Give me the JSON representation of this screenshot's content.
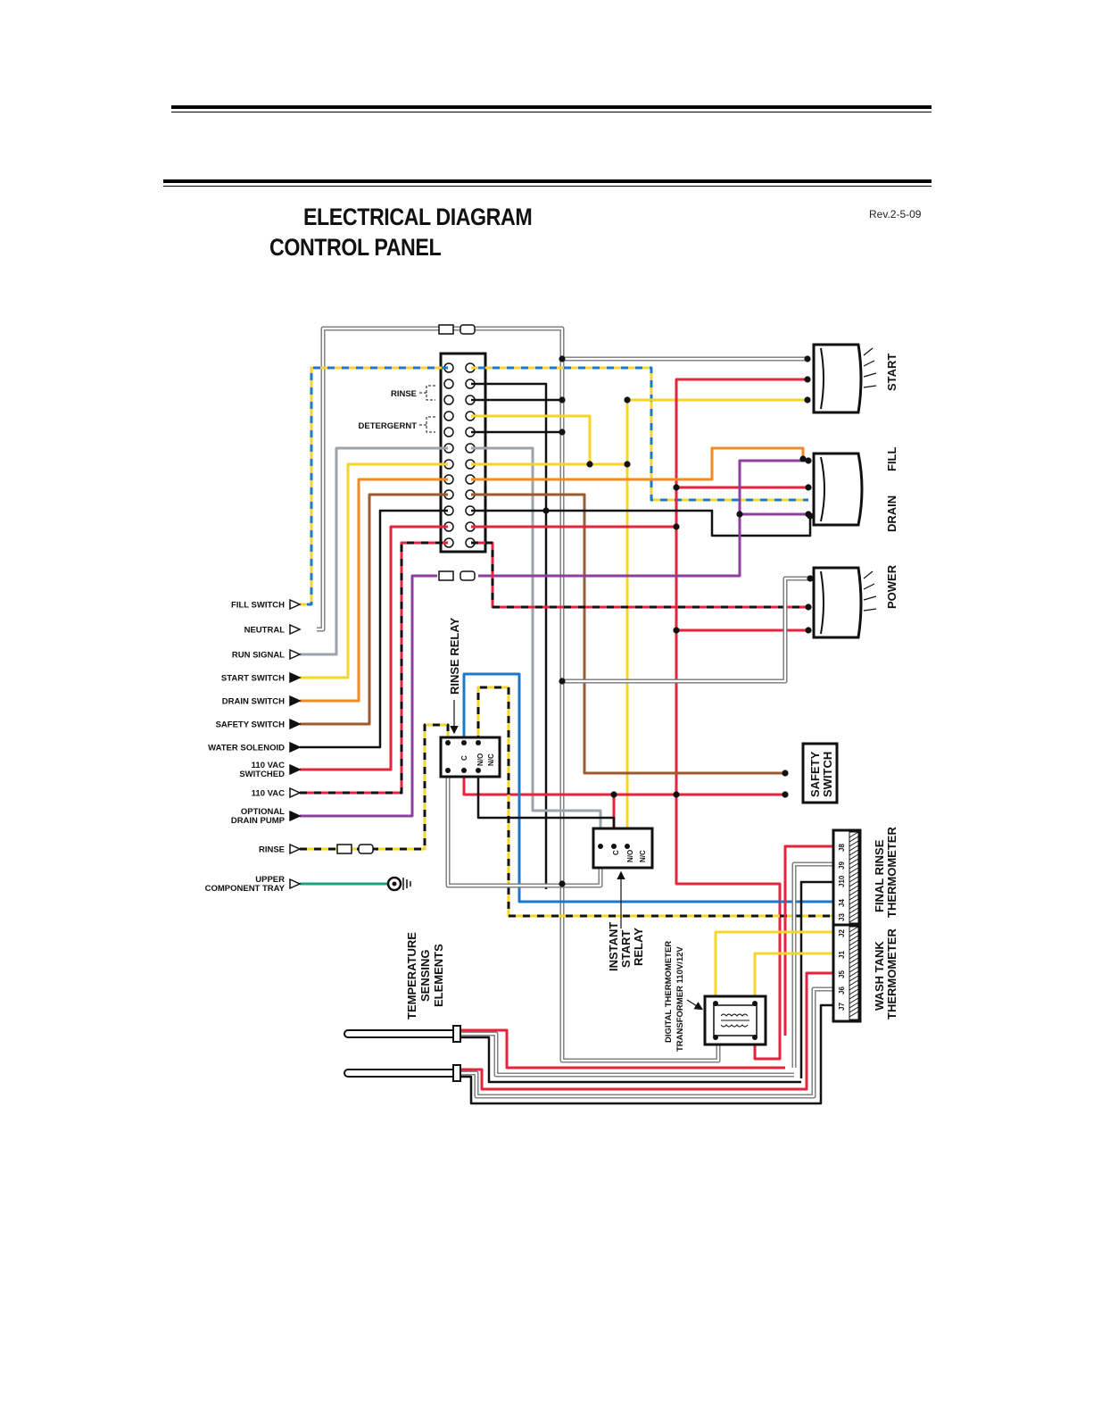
{
  "header": {
    "title_line1": "ELECTRICAL DIAGRAM",
    "title_line2": "CONTROL PANEL",
    "revision": "Rev.2-5-09"
  },
  "terminal_block": {
    "left_labels": [
      "RINSE",
      "DETERGERNT"
    ]
  },
  "switches": {
    "start": "START",
    "fill": "FILL",
    "drain": "DRAIN",
    "power": "POWER",
    "safety_line1": "SAFETY",
    "safety_line2": "SWITCH"
  },
  "connections": [
    {
      "label": "FILL SWITCH"
    },
    {
      "label": "NEUTRAL"
    },
    {
      "label": "RUN SIGNAL"
    },
    {
      "label": "START SWITCH"
    },
    {
      "label": "DRAIN SWITCH"
    },
    {
      "label": "SAFETY SWITCH"
    },
    {
      "label": "WATER SOLENOID"
    },
    {
      "label": "110 VAC",
      "label2": "SWITCHED"
    },
    {
      "label": "110 VAC"
    },
    {
      "label": "OPTIONAL",
      "label2": "DRAIN PUMP"
    },
    {
      "label": "RINSE"
    },
    {
      "label": "UPPER",
      "label2": "COMPONENT TRAY"
    }
  ],
  "relays": {
    "rinse_relay": "RINSE RELAY",
    "instant_start_line1": "INSTANT",
    "instant_start_line2": "START",
    "instant_start_line3": "RELAY",
    "pin_c": "C",
    "pin_no": "N/O",
    "pin_nc": "N/C"
  },
  "thermometers": {
    "final_rinse_line1": "FINAL RINSE",
    "final_rinse_line2": "THERMOMETER",
    "wash_tank_line1": "WASH TANK",
    "wash_tank_line2": "THERMOMETER",
    "final_rinse_pins": [
      "J8",
      "J9",
      "J10",
      "J4",
      "J3"
    ],
    "wash_tank_pins": [
      "J2",
      "J1",
      "J5",
      "J6",
      "J7"
    ]
  },
  "transformer": {
    "label_line1": "DIGITAL THERMOMETER",
    "label_line2": "TRANSFORMER 110V/12V"
  },
  "sensors": {
    "label_line1": "TEMPERATURE",
    "label_line2": "SENSING",
    "label_line3": "ELEMENTS"
  },
  "colors": {
    "blue": "#1f77c8",
    "yellow": "#f7d42a",
    "orange": "#f08a24",
    "brown": "#9c5a2e",
    "red": "#e8233c",
    "purple": "#8c3fa0",
    "gray": "#9aa4ad",
    "green": "#1aa37a",
    "black": "#111111"
  }
}
